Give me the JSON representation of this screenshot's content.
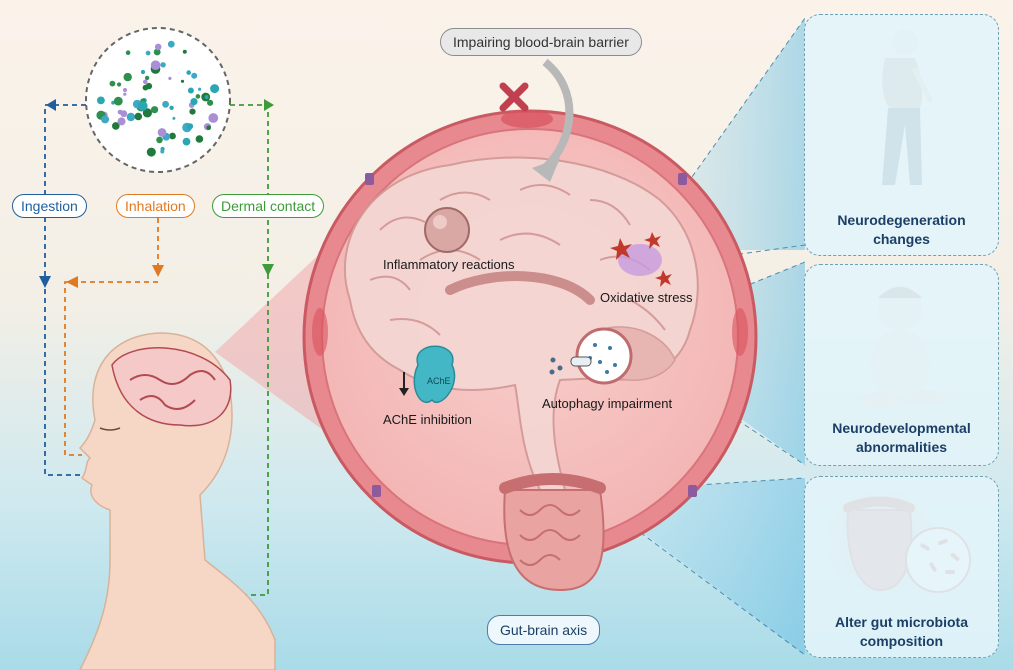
{
  "barrier_label": "Impairing blood-brain barrier",
  "exposure_routes": {
    "ingestion": "Ingestion",
    "inhalation": "Inhalation",
    "dermal": "Dermal contact"
  },
  "mechanisms": {
    "inflammatory": "Inflammatory reactions",
    "oxidative": "Oxidative stress",
    "ache_inhibition": "AChE inhibition",
    "ache_enzyme": "AChE",
    "autophagy": "Autophagy impairment"
  },
  "gut_brain_axis": "Gut-brain axis",
  "outcomes": {
    "neurodegeneration": [
      "Neurodegeneration",
      "changes"
    ],
    "neurodevelopmental": [
      "Neurodevelopmental",
      "abnormalities"
    ],
    "gut_microbiota": [
      "Alter gut microbiota",
      "composition"
    ]
  },
  "colors": {
    "ingestion": "#1f5f9e",
    "inhalation": "#e07a22",
    "dermal": "#3f9a3a",
    "barrier_red": "#d9535e",
    "outcome_text": "#1b3f66"
  }
}
